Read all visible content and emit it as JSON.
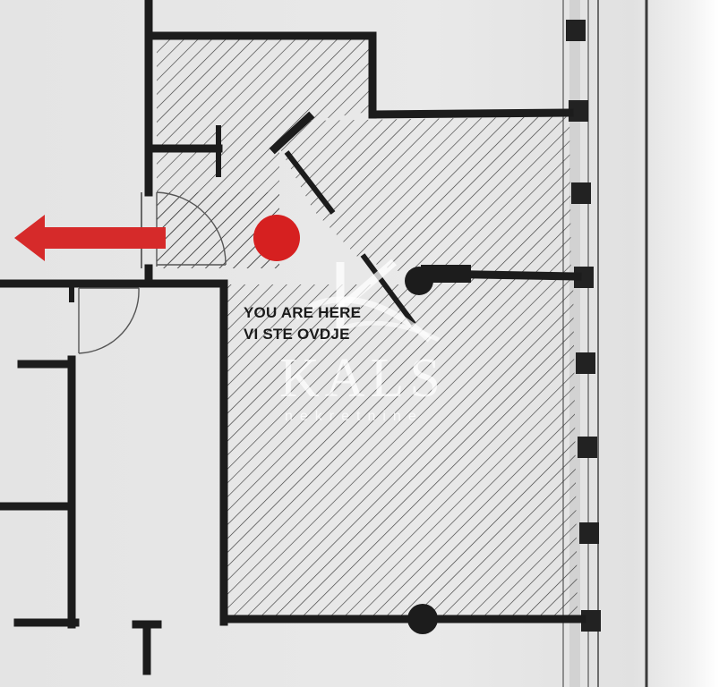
{
  "map": {
    "location_label": "YOU ARE HERE",
    "location_label_local": "VI STE OVDJE"
  },
  "watermark": {
    "brand": "KALS",
    "tagline": "nekretnine"
  },
  "colors": {
    "wall": "#1c1c1c",
    "hatch": "#3a3a3a",
    "exit_arrow": "#d62a2a",
    "location_marker": "#d62020",
    "background": "#e6e6e6"
  },
  "icons": {
    "exit": "exit-arrow-icon",
    "marker": "you-are-here-marker-icon",
    "logo": "kals-logo-icon"
  }
}
